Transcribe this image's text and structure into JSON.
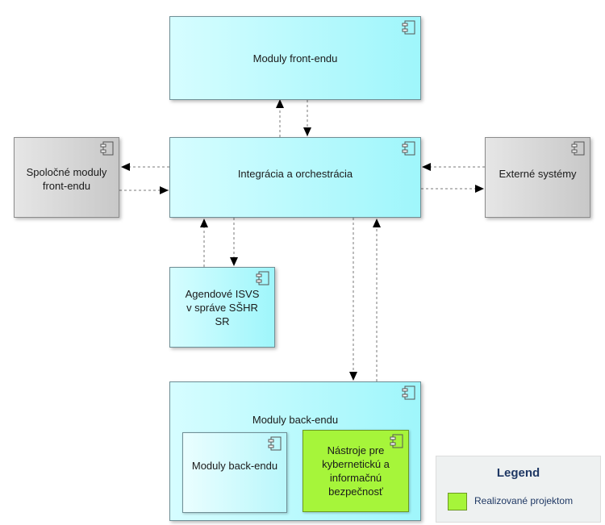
{
  "nodes": {
    "frontend": "Moduly front-endu",
    "integration": "Integrácia a orchestrácia",
    "common_frontend": "Spoločné moduly front-endu",
    "external": "Externé systémy",
    "agenda": "Agendové ISVS v správe SŠHR  SR",
    "backend": "Moduly back-endu",
    "backend_inner": "Moduly back-endu",
    "security": "Nástroje pre kybernetickú a informačnú bezpečnosť"
  },
  "legend": {
    "title": "Legend",
    "item": "Realizované projektom",
    "item_color": "#a6f53a"
  },
  "colors": {
    "component_fill": "#9ff6fb",
    "external_fill": "#c8c8c8",
    "project_fill": "#a6f53a"
  }
}
